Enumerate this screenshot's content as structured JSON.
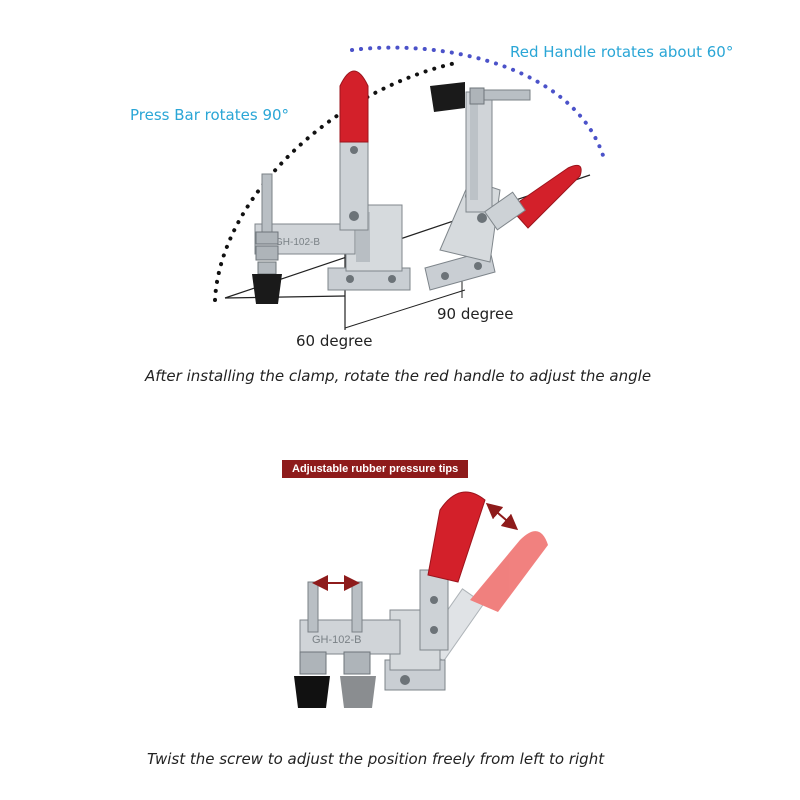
{
  "top": {
    "press_bar_label": "Press Bar rotates 90°",
    "handle_label": "Red Handle rotates about 60°",
    "angle_60": "60 degree",
    "angle_90": "90 degree",
    "caption": "After installing the clamp, rotate the red handle to adjust the angle",
    "stamp_left": "GH-102-B"
  },
  "bottom": {
    "banner": "Adjustable rubber pressure tips",
    "caption": "Twist the screw to adjust the position freely from left to right",
    "stamp": "GH-102-B"
  },
  "colors": {
    "label_blue": "#2aa6d6",
    "handle_red": "#d3202a",
    "handle_pink": "#f07a78",
    "dots_black": "#111111",
    "dots_blue": "#4b52c9",
    "banner_bg": "#8e1b1b"
  }
}
